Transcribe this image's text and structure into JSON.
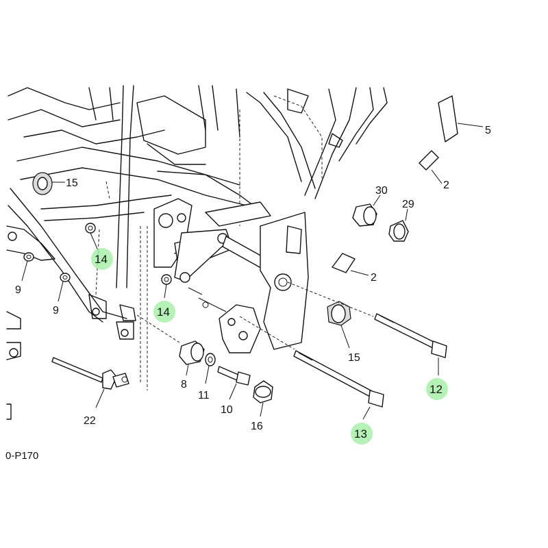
{
  "callouts": {
    "c5": "5",
    "c2a": "2",
    "c30": "30",
    "c29": "29",
    "c15a": "15",
    "c14a": "14",
    "c9a": "9",
    "c9b": "9",
    "c14b": "14",
    "c2b": "2",
    "c15b": "15",
    "c12": "12",
    "c8": "8",
    "c11": "11",
    "c10": "10",
    "c16": "16",
    "c13": "13",
    "c22": "22"
  },
  "page_ref": "0-P170",
  "highlight_color": "#a8f0a8"
}
